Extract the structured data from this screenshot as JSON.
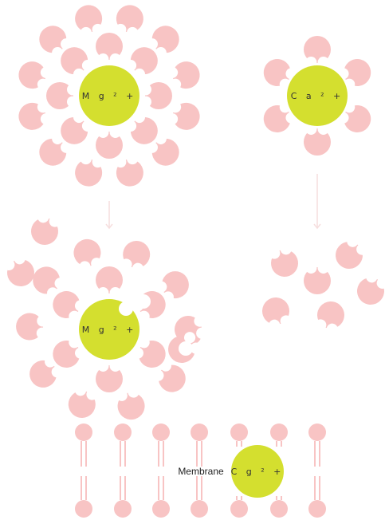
{
  "colors": {
    "water": "#f8c4c4",
    "ion": "#d4df2f",
    "membrane": "#f8c4c4",
    "background": "#ffffff",
    "arrow": "#f6dede"
  },
  "ions": {
    "top_left": "M g ² +",
    "top_right": "C a ² +",
    "middle_left": "M g ² +",
    "membrane": "C g ² +"
  },
  "membrane": {
    "label": "Membrane"
  }
}
